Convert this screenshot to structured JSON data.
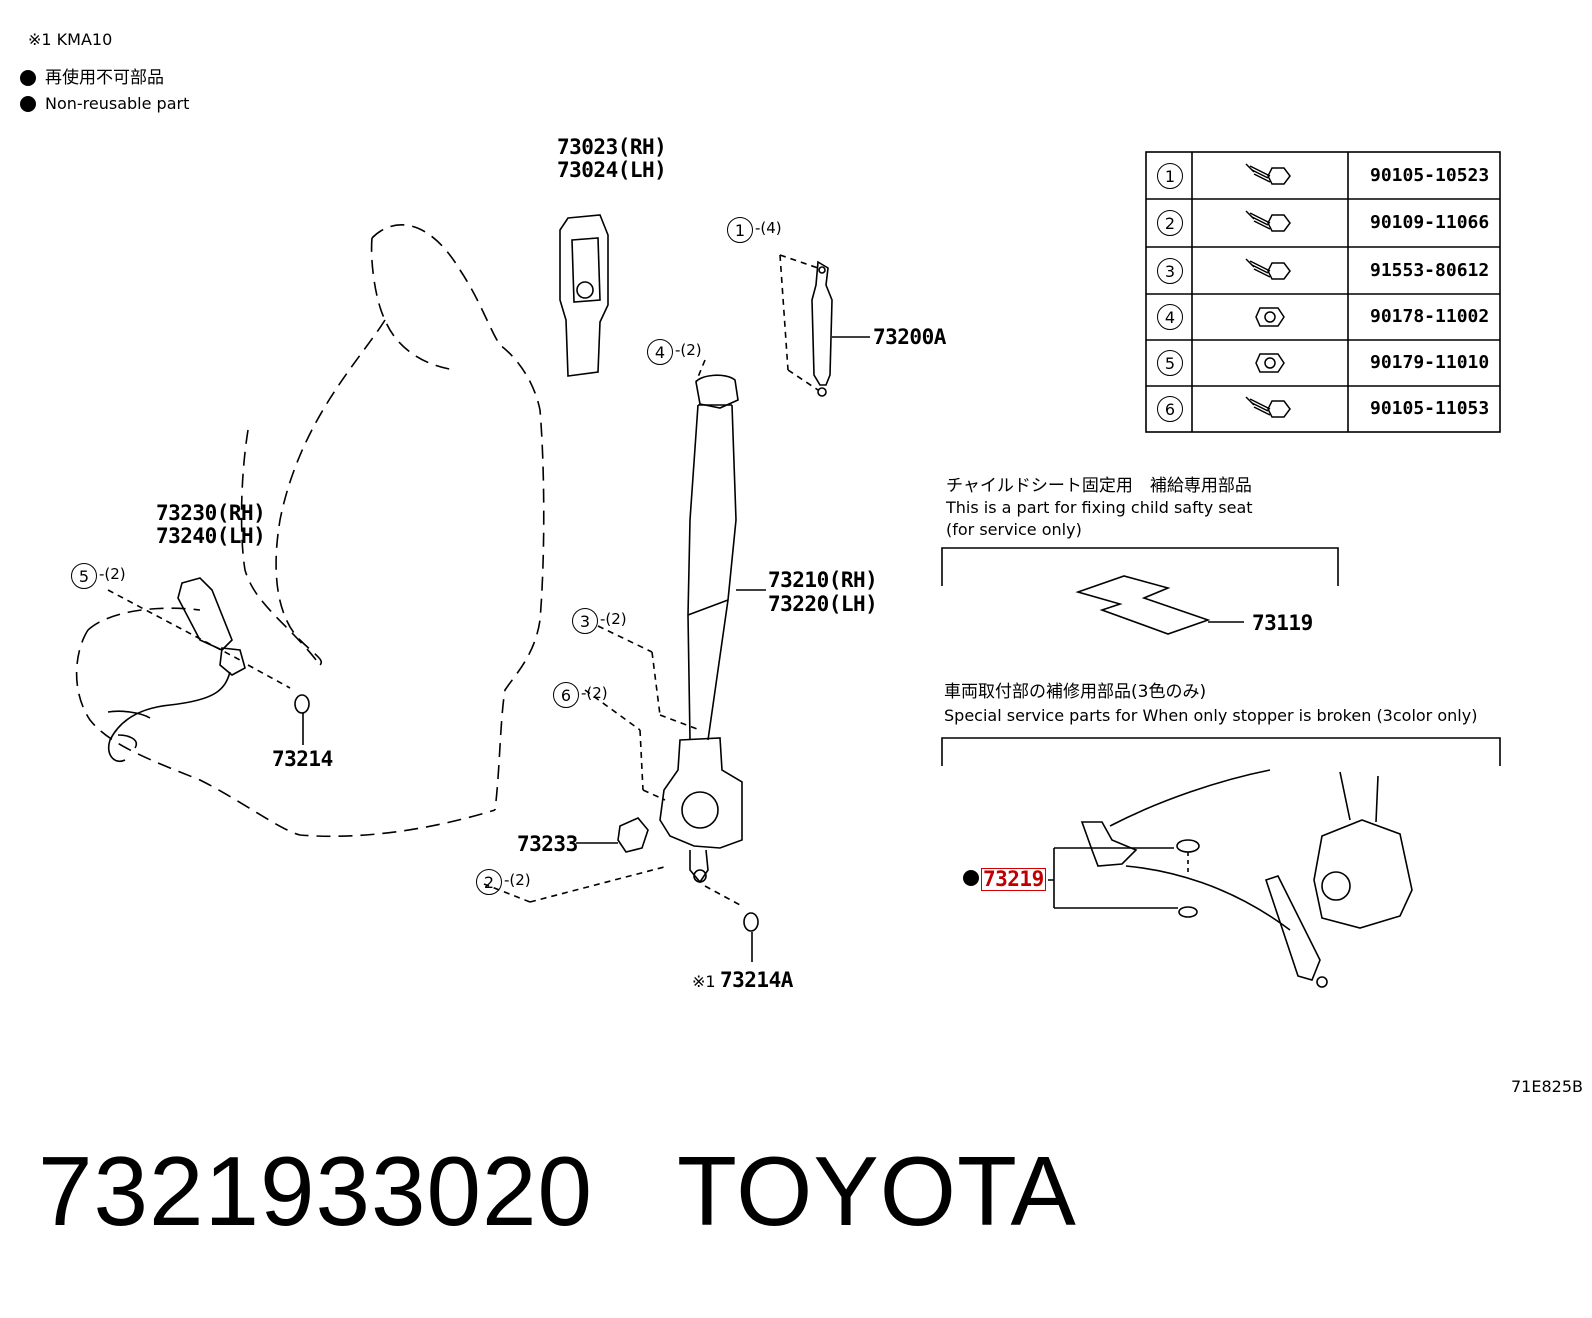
{
  "header": {
    "note_kma": "※1 KMA10",
    "legend_jp": "再使用不可部品",
    "legend_en": "Non-reusable part"
  },
  "callouts": {
    "guide_rh": "73023(RH)",
    "guide_lh": "73024(LH)",
    "anchor": "73200A",
    "buckle_rh": "73230(RH)",
    "buckle_lh": "73240(LH)",
    "belt_rh": "73210(RH)",
    "belt_lh": "73220(LH)",
    "washer": "73214",
    "cover": "73233",
    "washer_a": "73214A",
    "washer_a_prefix": "※1",
    "child_part": "73119",
    "stopper_part": "73219",
    "drawing_code": "71E825B"
  },
  "bolt_refs": [
    {
      "num": "1",
      "qty": "-(4)"
    },
    {
      "num": "4",
      "qty": "-(2)"
    },
    {
      "num": "5",
      "qty": "-(2)"
    },
    {
      "num": "3",
      "qty": "-(2)"
    },
    {
      "num": "6",
      "qty": "-(2)"
    },
    {
      "num": "2",
      "qty": "-(2)"
    }
  ],
  "fastener_table": [
    {
      "num": "1",
      "icon": "bolt-icon",
      "part": "90105-10523"
    },
    {
      "num": "2",
      "icon": "bolt-icon",
      "part": "90109-11066"
    },
    {
      "num": "3",
      "icon": "bolt-icon",
      "part": "91553-80612"
    },
    {
      "num": "4",
      "icon": "nut-icon",
      "part": "90178-11002"
    },
    {
      "num": "5",
      "icon": "nut-icon",
      "part": "90179-11010"
    },
    {
      "num": "6",
      "icon": "bolt-icon",
      "part": "90105-11053"
    }
  ],
  "sections": {
    "child_seat_jp": "チャイルドシート固定用　補給専用部品",
    "child_seat_en1": "This is a part for fixing child safty seat",
    "child_seat_en2": "(for service only)",
    "stopper_jp": "車両取付部の補修用部品(3色のみ)",
    "stopper_en": "Special service parts for When only stopper is broken (3color only)"
  },
  "footer": {
    "part_number": "7321933020",
    "brand": "TOYOTA"
  }
}
